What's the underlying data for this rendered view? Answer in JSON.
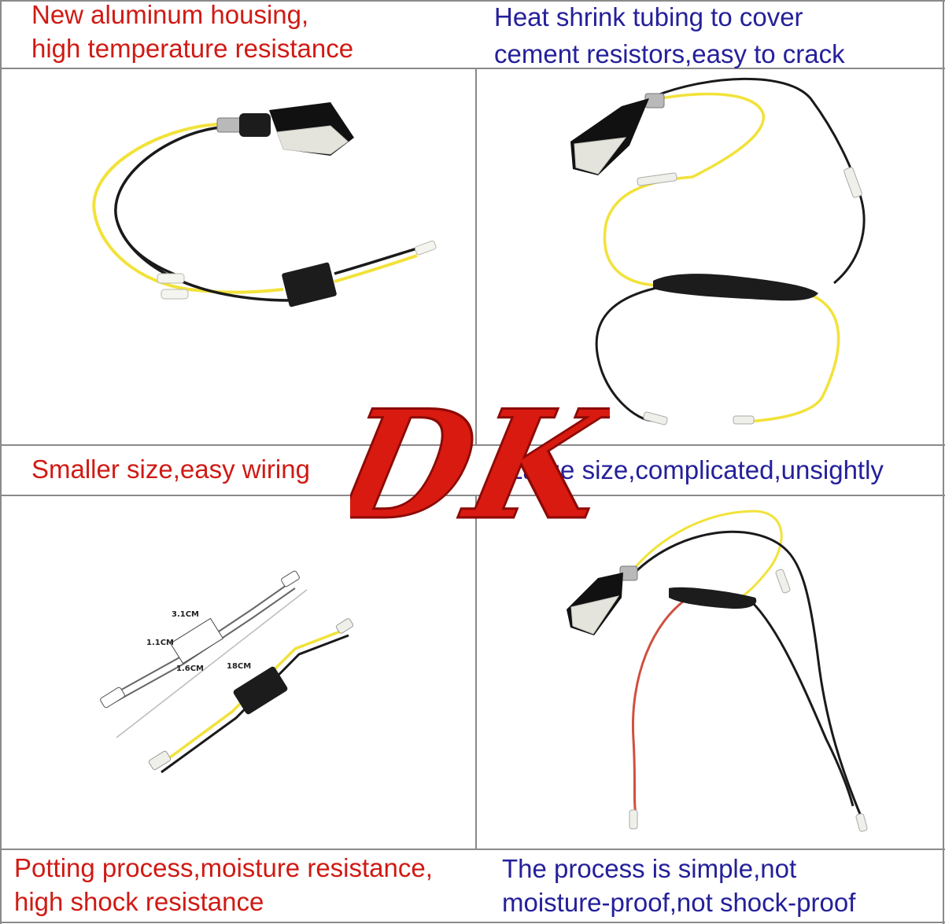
{
  "captions": {
    "top_left": [
      "New aluminum housing,",
      "high temperature resistance"
    ],
    "top_right": [
      "Heat shrink tubing to cover",
      "cement resistors,easy to crack"
    ],
    "mid_left": "Smaller size,easy wiring",
    "mid_right": "Large size,complicated,unsightly",
    "bottom_left": [
      "Potting process,moisture resistance,",
      "high shock resistance"
    ],
    "bottom_right": [
      "The process is simple,not",
      "moisture-proof,not shock-proof"
    ]
  },
  "dimensions": {
    "length_top": "3.1CM",
    "width": "1.1CM",
    "height": "1.6CM",
    "wire_length": "18CM"
  },
  "logo": {
    "text": "DK",
    "color": "#d91a10"
  },
  "colors": {
    "pro_caption": "#d01a14",
    "con_caption": "#24209a",
    "grid_line": "#8a8a8a",
    "yellow_wire": "#f2e23a",
    "black_wire": "#1a1a1a",
    "red_wire": "#d05040"
  }
}
